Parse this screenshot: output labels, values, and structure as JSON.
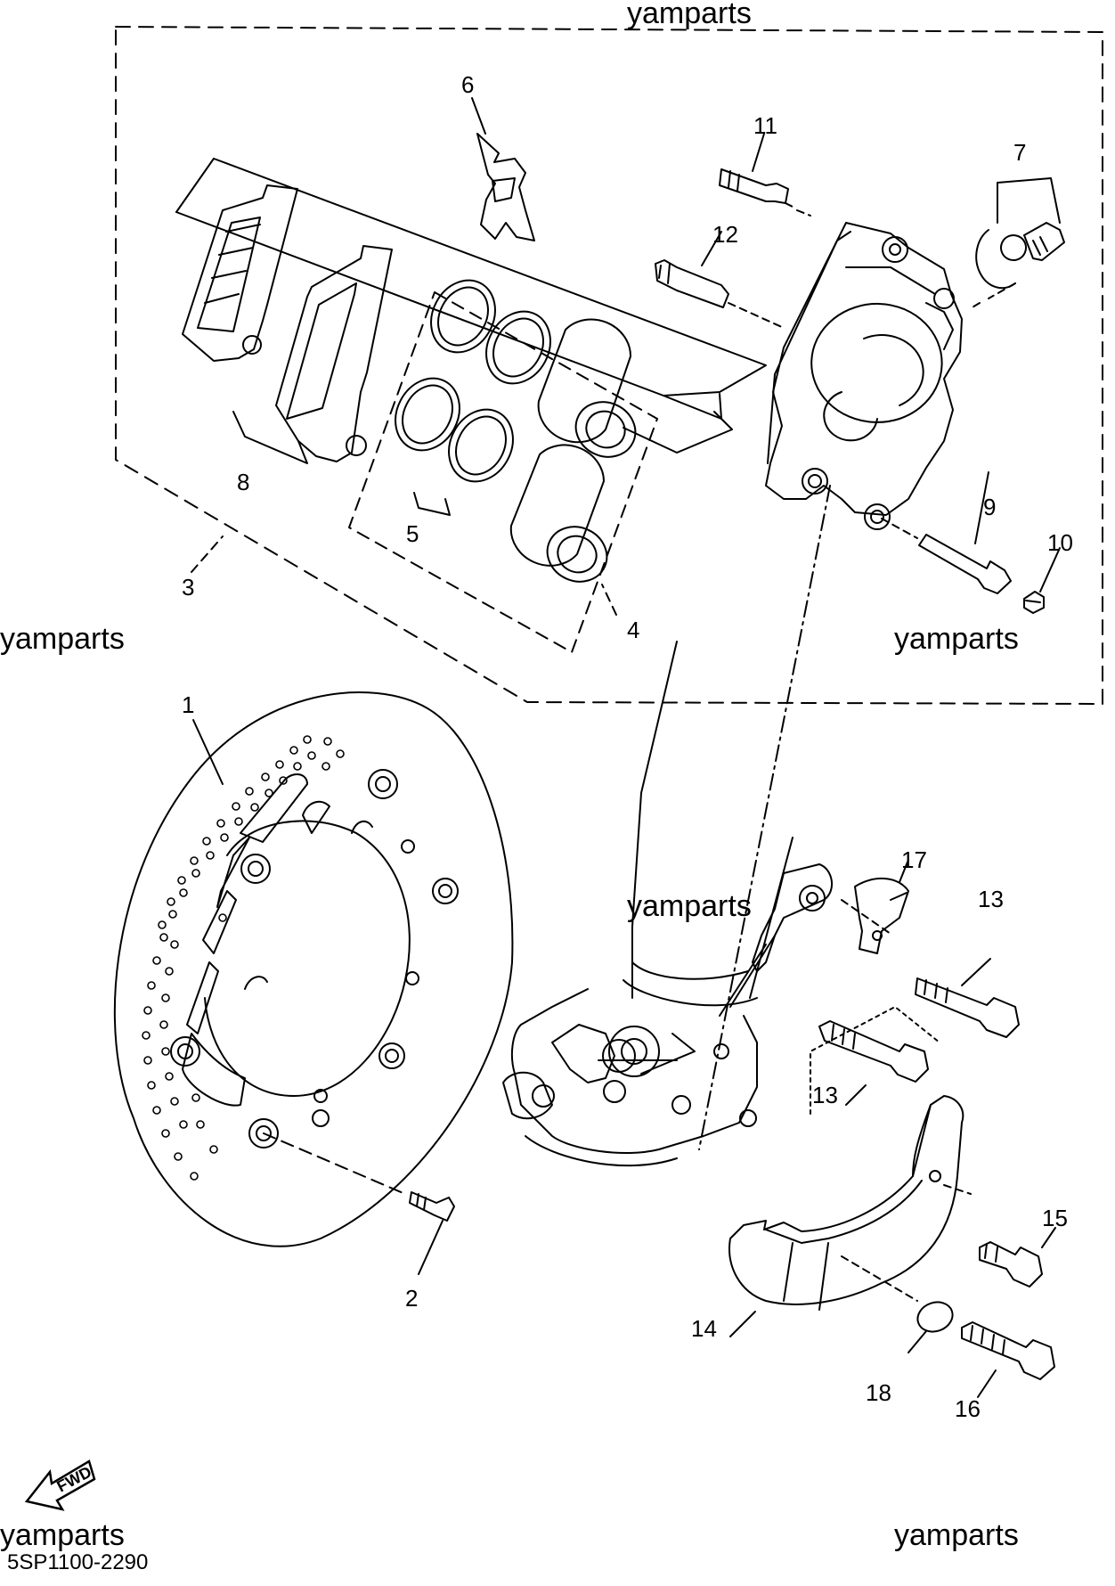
{
  "watermarks": [
    "yamparts",
    "yamparts",
    "yamparts",
    "yamparts",
    "yamparts",
    "yamparts"
  ],
  "drawing_code": "5SP1100-2290",
  "fwd_label": "FWD",
  "callouts": [
    "1",
    "2",
    "3",
    "4",
    "5",
    "6",
    "7",
    "8",
    "9",
    "10",
    "11",
    "12",
    "13",
    "13",
    "14",
    "15",
    "16",
    "17",
    "18"
  ]
}
